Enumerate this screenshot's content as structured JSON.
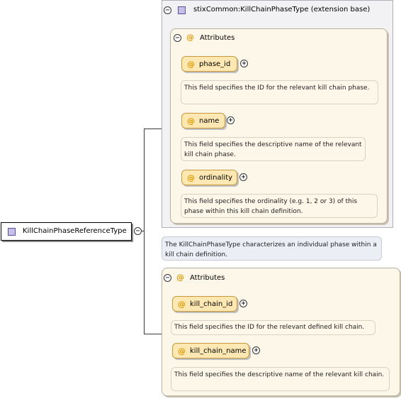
{
  "root": {
    "label": "KillChainPhaseReferenceType",
    "toggle": "−"
  },
  "extension": {
    "title": "stixCommon:KillChainPhaseType (extension base)",
    "toggle": "−",
    "attributes": {
      "title": "Attributes",
      "toggle": "−",
      "items": [
        {
          "name": "phase_id",
          "doc": "This field specifies the ID for the relevant kill chain phase."
        },
        {
          "name": "name",
          "doc": "This field specifies the descriptive name of the relevant kill chain phase."
        },
        {
          "name": "ordinality",
          "doc": "This field specifies the ordinality (e.g. 1, 2 or 3) of this phase within this kill chain definition."
        }
      ]
    },
    "doc": "The KillChainPhaseType characterizes an individual phase within a kill chain definition."
  },
  "own_attributes": {
    "title": "Attributes",
    "toggle": "−",
    "items": [
      {
        "name": "kill_chain_id",
        "doc": "This field specifies the ID for the relevant defined kill chain."
      },
      {
        "name": "kill_chain_name",
        "doc": "This field specifies the descriptive name of the relevant kill chain."
      }
    ]
  },
  "symbols": {
    "at": "@",
    "expand": "+"
  },
  "colors": {
    "type_icon": "#c8bfe8",
    "attr_pill": "#fde7b2",
    "at_symbol": "#e19a00"
  }
}
